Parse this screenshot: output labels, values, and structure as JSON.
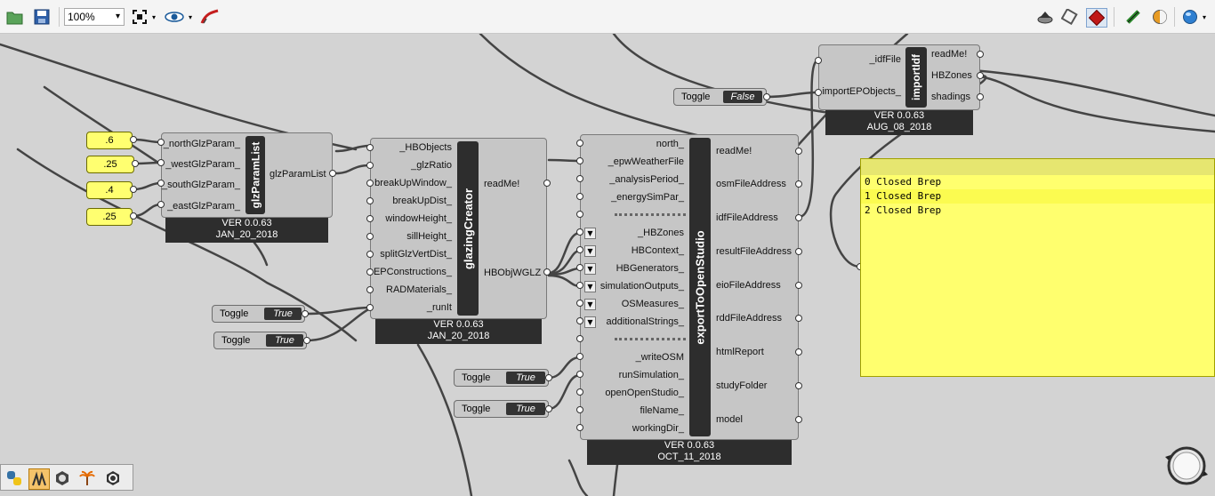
{
  "toolbar": {
    "zoom": "100%",
    "icons": [
      "open-icon",
      "save-icon",
      "zoom-extents-icon",
      "eye-icon",
      "sketch-icon",
      "preview-wire-icon",
      "preview-shaded-icon",
      "preview-selected-icon",
      "bake-icon",
      "material-icon",
      "render-icon"
    ]
  },
  "glzParamList": {
    "inputs": [
      "_northGlzParam_",
      "_westGlzParam_",
      "_southGlzParam_",
      "_eastGlzParam_"
    ],
    "title": "glzParamList",
    "output": "glzParamList",
    "ver": "VER 0.0.63",
    "date": "JAN_20_2018"
  },
  "numbers": [
    ".6",
    ".25",
    ".4",
    ".25"
  ],
  "glazingCreator": {
    "inputs": [
      "_HBObjects",
      "_glzRatio",
      "breakUpWindow_",
      "breakUpDist_",
      "windowHeight_",
      "sillHeight_",
      "splitGlzVertDist_",
      "EPConstructions_",
      "RADMaterials_",
      "_runIt"
    ],
    "title": "glazingCreator",
    "outputs": [
      "readMe!",
      "HBObjWGLZ"
    ],
    "ver": "VER 0.0.63",
    "date": "JAN_20_2018"
  },
  "exportToOpenStudio": {
    "inputs": [
      "north_",
      "_epwWeatherFile",
      "_analysisPeriod_",
      "_energySimPar_",
      "_HBZones",
      "HBContext_",
      "HBGenerators_",
      "simulationOutputs_",
      "OSMeasures_",
      "additionalStrings_",
      "_writeOSM",
      "runSimulation_",
      "openOpenStudio_",
      "fileName_",
      "workingDir_"
    ],
    "title": "exportToOpenStudio",
    "outputs": [
      "readMe!",
      "osmFileAddress",
      "idfFileAddress",
      "resultFileAddress",
      "eioFileAddress",
      "rddFileAddress",
      "htmlReport",
      "studyFolder",
      "model"
    ],
    "ver": "VER 0.0.63",
    "date": "OCT_11_2018"
  },
  "importIdf": {
    "inputs": [
      "_idfFile",
      "importEPObjects_"
    ],
    "title": "importIdf",
    "outputs": [
      "readMe!",
      "HBZones",
      "shadings"
    ],
    "ver": "VER 0.0.63",
    "date": "AUG_08_2018"
  },
  "toggles": [
    {
      "label": "Toggle",
      "value": "False"
    },
    {
      "label": "Toggle",
      "value": "True"
    },
    {
      "label": "Toggle",
      "value": "True"
    },
    {
      "label": "Toggle",
      "value": "True"
    },
    {
      "label": "Toggle",
      "value": "True"
    }
  ],
  "panel": {
    "rows": [
      "0 Closed Brep",
      "1 Closed Brep",
      "2 Closed Brep"
    ]
  },
  "bottombar": {
    "icons": [
      "python-icon",
      "honeybee-icon",
      "tool-icon",
      "ladybug-icon",
      "settings-icon"
    ]
  }
}
